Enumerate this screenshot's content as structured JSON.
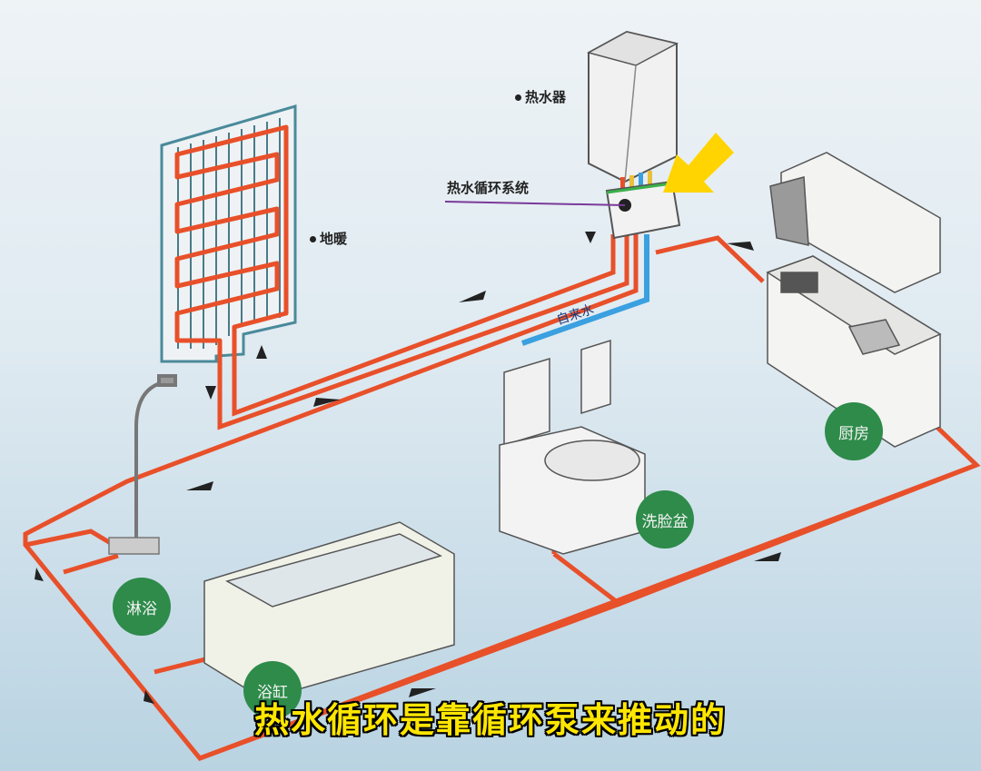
{
  "labels": {
    "water_heater": "热水器",
    "circulation_system": "热水循环系统",
    "floor_heating": "地暖",
    "tap_water": "自来水",
    "kitchen": "厨房",
    "washbasin": "洗脸盆",
    "shower": "淋浴",
    "bathtub": "浴缸"
  },
  "subtitle": "热水循环是靠循环泵来推动的",
  "colors": {
    "hot_pipe": "#e8502a",
    "cold_pipe": "#3aa0e0",
    "badge": "#2e8b4a",
    "pointer_arrow": "#ffd400",
    "callout_line": "#7a3a9a",
    "subtitle": "#ffe600"
  }
}
